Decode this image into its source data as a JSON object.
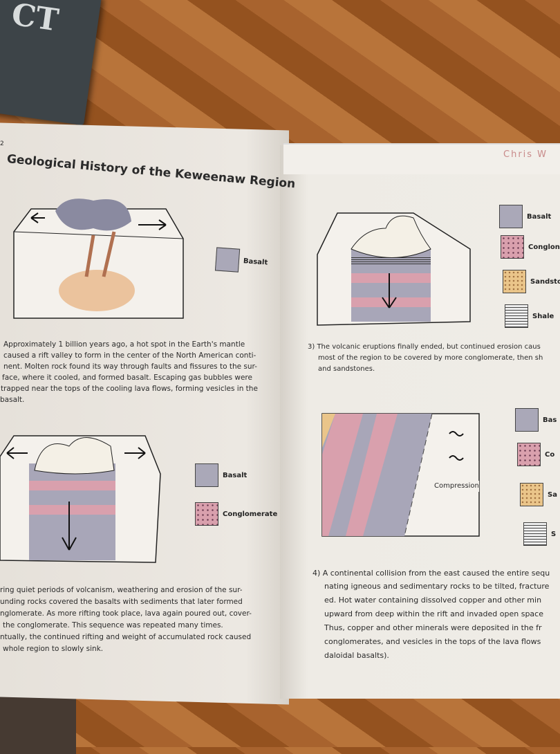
{
  "cover_book": {
    "title_fragment": "CT"
  },
  "left_page": {
    "page_number": "2",
    "title": "Geological History of the Keweenaw Region",
    "figure1": {
      "legend": [
        "Basalt"
      ]
    },
    "paragraph1": [
      "Approximately 1 billion years ago, a hot spot in the Earth's mantle",
      "caused a rift valley to form in the center of the North American conti-",
      "nent.  Molten rock found its way through faults and fissures to the sur-",
      "face, where it cooled, and formed basalt.  Escaping gas bubbles were",
      "trapped near the tops of the cooling lava flows, forming vesicles in the",
      "basalt."
    ],
    "figure2": {
      "legend": [
        "Basalt",
        "Conglomerate"
      ]
    },
    "paragraph2": [
      "ring quiet periods of volcanism, weathering and erosion of the sur-",
      "unding rocks covered the basalts with sediments that later formed",
      "nglomerate.  As more rifting took place, lava again poured out, cover-",
      "the conglomerate.  This sequence was repeated many times.",
      "ntually, the continued rifting and weight of accumulated rock caused",
      "whole region to slowly sink."
    ]
  },
  "right_page": {
    "signature": "Chris W",
    "figure3": {
      "legend": [
        "Basalt",
        "Conglon",
        "Sandsto",
        "Shale"
      ]
    },
    "paragraph3": [
      "3) The volcanic eruptions finally ended, but continued erosion caus",
      "most of the region to be covered by more conglomerate, then sh",
      "and sandstones."
    ],
    "figure4": {
      "label": "Compression",
      "legend": [
        "Bas",
        "Co",
        "Sa",
        "S"
      ]
    },
    "paragraph4": [
      "4) A continental collision from the east caused the entire sequ",
      "nating igneous and sedimentary rocks to be tilted, fracture",
      "ed.  Hot water containing dissolved copper and other min",
      "upward from deep within the rift and invaded open space",
      "Thus, copper and other minerals were deposited in the fr",
      "conglomerates, and vesicles in the tops of the lava flows",
      "daloidal basalts)."
    ]
  }
}
